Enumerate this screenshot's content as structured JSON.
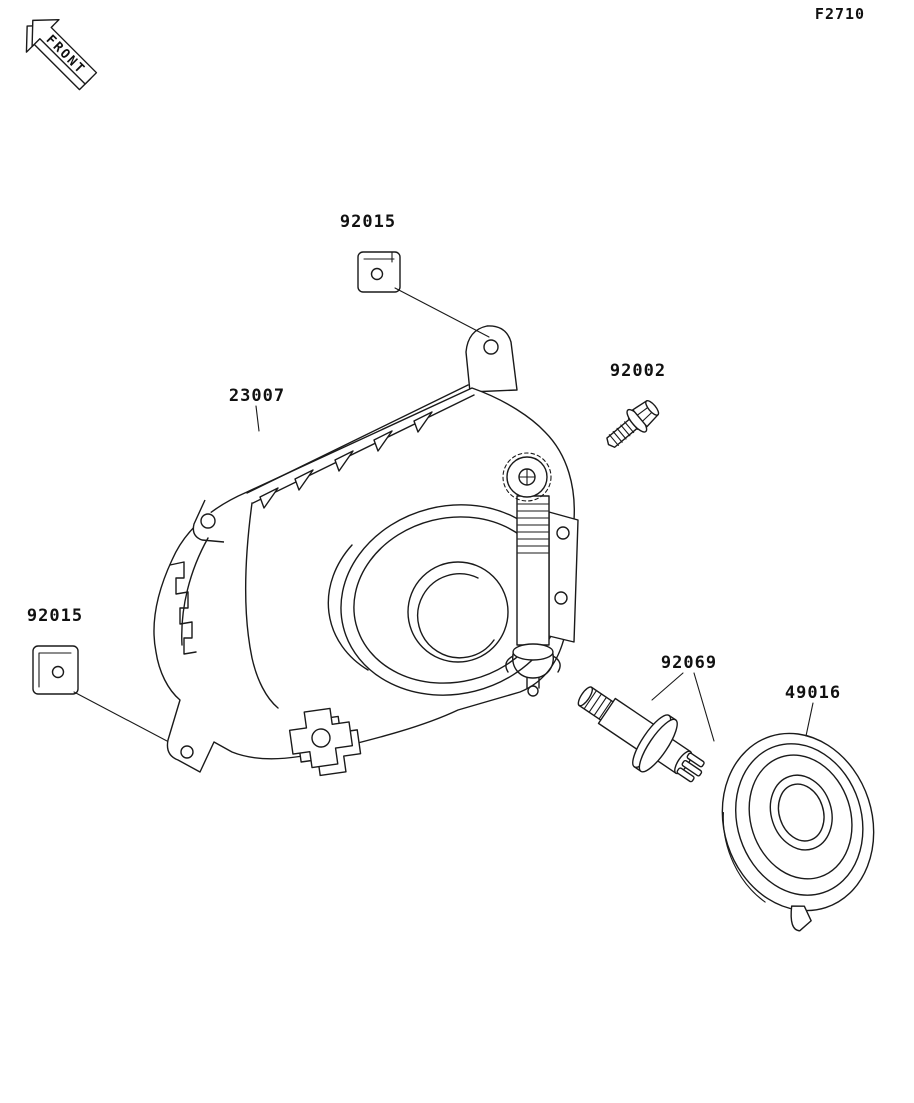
{
  "figure": {
    "code": "F2710",
    "front_label": "FRONT"
  },
  "parts": {
    "clip_top": {
      "number": "92015"
    },
    "housing": {
      "number": "23007"
    },
    "bolt": {
      "number": "92002"
    },
    "clip_left": {
      "number": "92015"
    },
    "bulb": {
      "number": "92069"
    },
    "cover": {
      "number": "49016"
    }
  },
  "colors": {
    "line": "#1a1a1a",
    "background": "#ffffff"
  }
}
